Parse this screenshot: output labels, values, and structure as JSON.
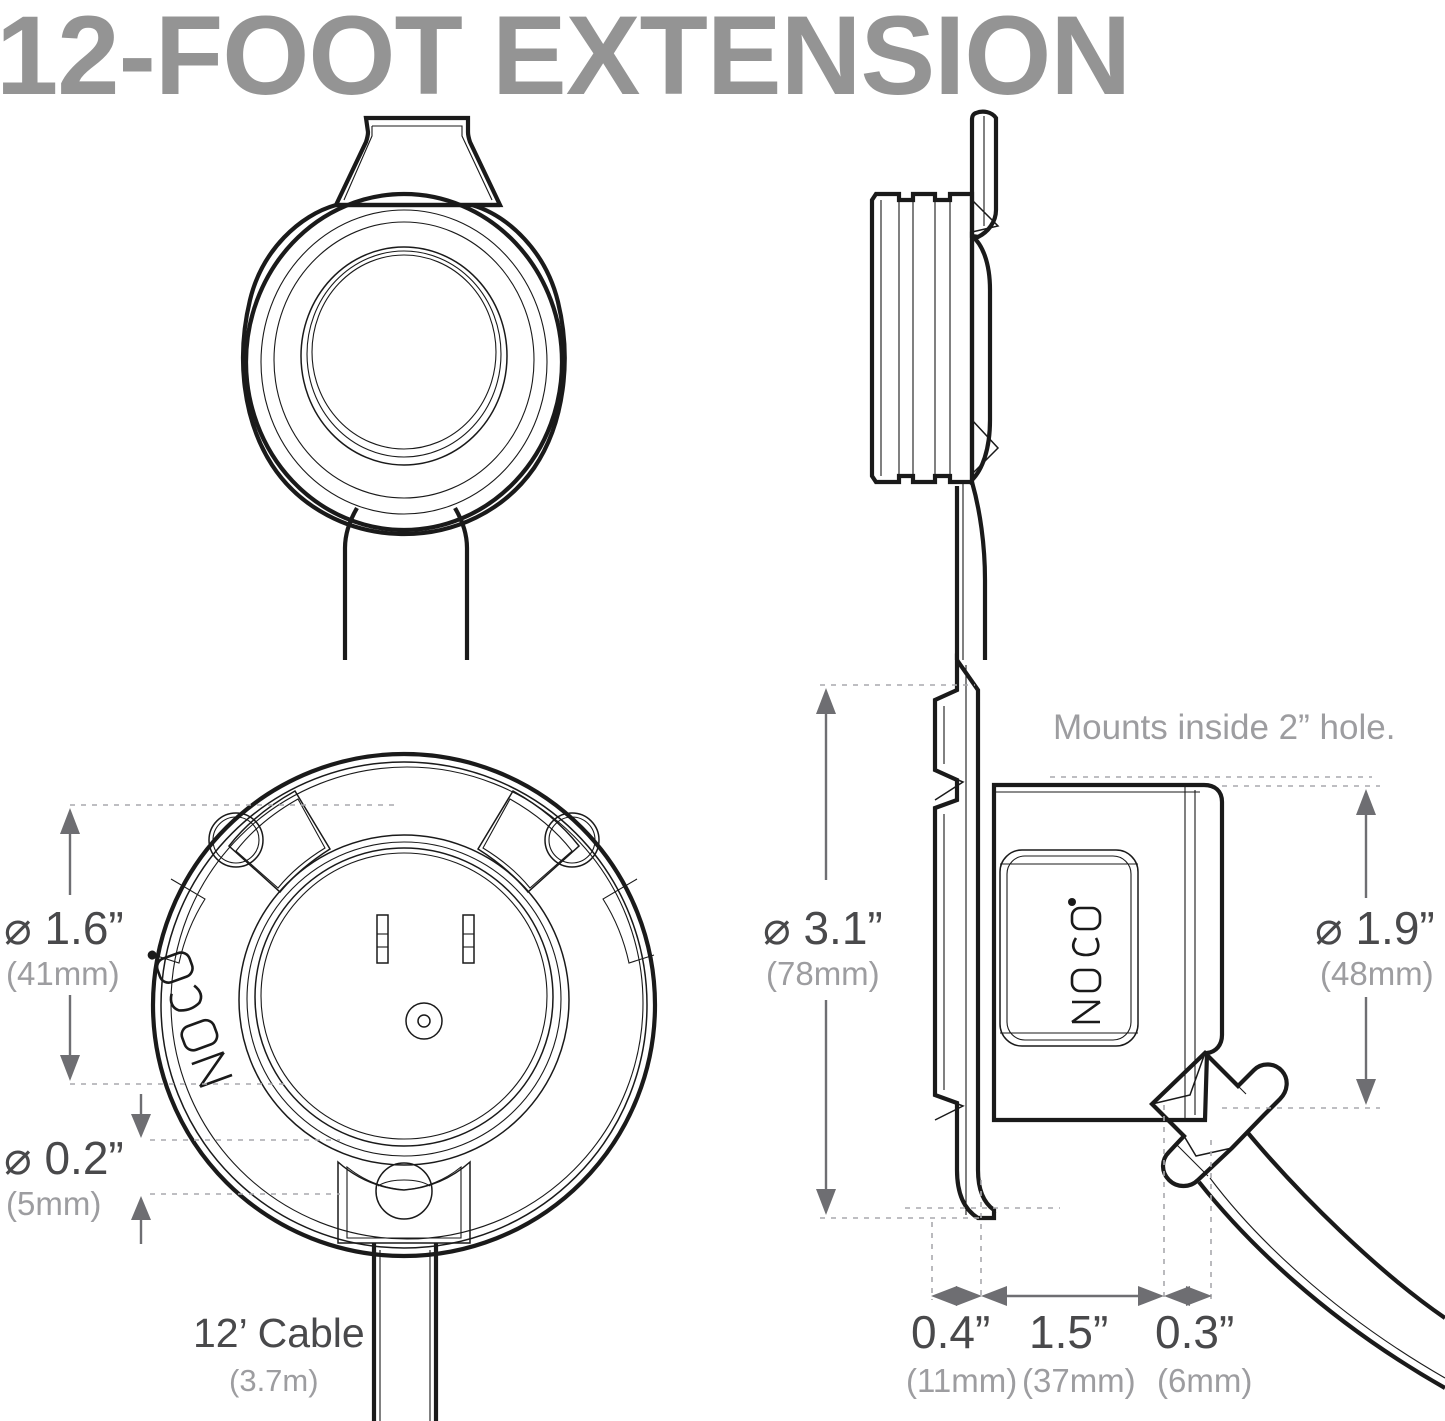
{
  "title": "12-FOOT EXTENSION",
  "note": {
    "mount": "Mounts inside 2” hole."
  },
  "dimensions": {
    "socket_inner": {
      "label": "⌀ 1.6”",
      "metric": "(41mm)"
    },
    "flange_thickness": {
      "label": "⌀ 0.2”",
      "metric": "(5mm)"
    },
    "outer_diameter": {
      "label": "⌀ 3.1”",
      "metric": "(78mm)"
    },
    "body_diameter": {
      "label": "⌀ 1.9”",
      "metric": "(48mm)"
    },
    "depth_a": {
      "label": "0.4”",
      "metric": "(11mm)"
    },
    "depth_b": {
      "label": "1.5”",
      "metric": "(37mm)"
    },
    "depth_c": {
      "label": "0.3”",
      "metric": "(6mm)"
    }
  },
  "cable": {
    "length": "12’ Cable",
    "metric": "(3.7m)"
  },
  "brand": {
    "name": "NOCO"
  },
  "colors": {
    "title": "#949494",
    "dimension_text": "#49494b",
    "metric_text": "#9d9da0",
    "dimension_line": "#6e6e72",
    "extension_line": "#a9a9ad",
    "outline": "#1a1a1a"
  }
}
